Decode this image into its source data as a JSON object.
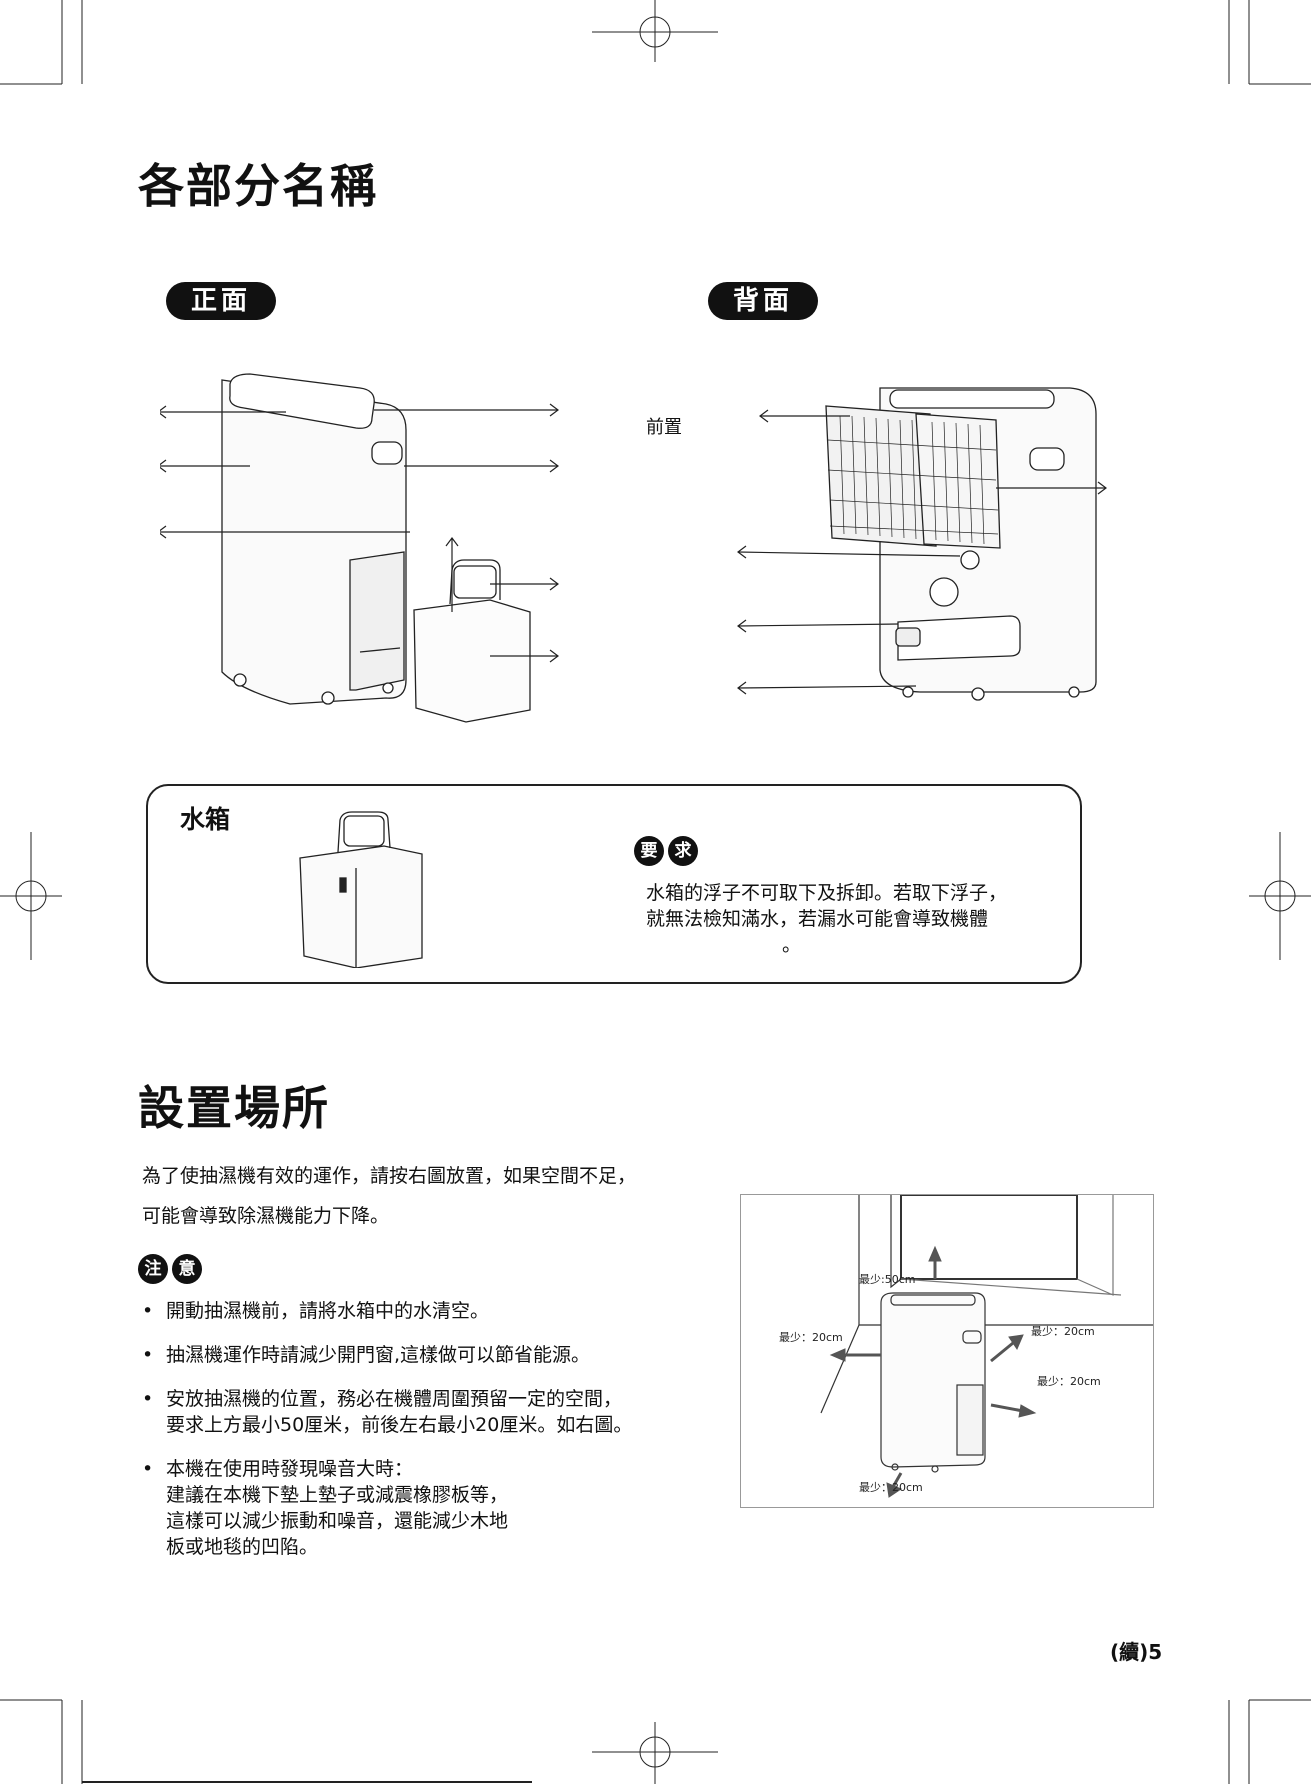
{
  "section1": {
    "title": "各部分名稱",
    "front_label": "正面",
    "back_label": "背面",
    "back_callout": "前置"
  },
  "water_tank": {
    "title": "水箱",
    "notice_chars": [
      "要",
      "求"
    ],
    "notice_lines": [
      "水箱的浮子不可取下及拆卸。若取下浮子，",
      "就無法檢知滿水，若漏水可能會導致機體",
      "。"
    ]
  },
  "section2": {
    "title": "設置場所",
    "intro_lines": [
      "為了使抽濕機有效的運作，請按右圖放置，如果空間不足，",
      "可能會導致除濕機能力下降。"
    ],
    "caution_chars": [
      "注",
      "意"
    ],
    "bullets": [
      {
        "lines": [
          " 開動抽濕機前，請將水箱中的水清空。"
        ]
      },
      {
        "lines": [
          "抽濕機運作時請減少開門窗,這樣做可以節省能源。"
        ]
      },
      {
        "lines": [
          "安放抽濕機的位置，務必在機體周圍預留一定的空間，",
          "要求上方最小50厘米，前後左右最小20厘米。如右圖。"
        ]
      },
      {
        "lines": [
          "本機在使用時發現噪音大時：",
          "建議在本機下墊上墊子或減震橡膠板等，",
          "這樣可以減少振動和噪音，還能減少木地",
          "板或地毯的凹陷。"
        ]
      }
    ],
    "diagram_labels": {
      "top": "最少:50cm",
      "left": "最少：20cm",
      "right_upper": "最少：20cm",
      "right_lower": "最少：20cm",
      "bottom": "最少：20cm"
    }
  },
  "page_number": "(續)5",
  "colors": {
    "ink": "#111111",
    "line": "#222222",
    "panel": "#f4f4f4"
  }
}
